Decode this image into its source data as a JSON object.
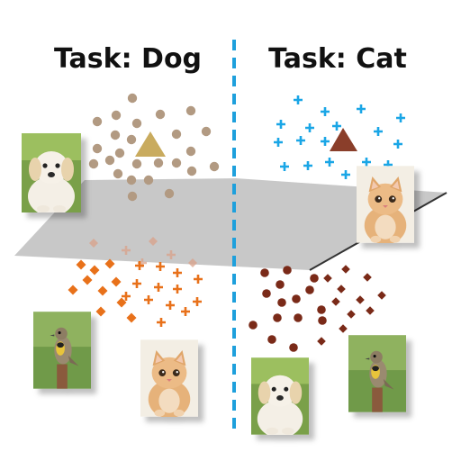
{
  "titles": {
    "left": "Task: Dog",
    "right": "Task: Cat"
  },
  "colors": {
    "divider": "#1ea0dc",
    "plane": "#c8c8c8",
    "plane_edge": "#333333",
    "dog_cluster": "#b29a82",
    "dog_prototype": "#c9ab5e",
    "cat_cluster": "#1aa6e6",
    "cat_prototype": "#8a3e2a",
    "negative_orange": "#e8711a",
    "negative_brown": "#7a2a18",
    "below_plane_faded": "#d9a28a"
  },
  "photos": [
    {
      "subject": "dog",
      "icon": "puppy-photo"
    },
    {
      "subject": "cat",
      "icon": "kitten-photo"
    },
    {
      "subject": "bird",
      "icon": "bird-photo"
    },
    {
      "subject": "cat",
      "icon": "kitten-photo"
    },
    {
      "subject": "dog",
      "icon": "puppy-photo"
    },
    {
      "subject": "bird",
      "icon": "bird-photo"
    }
  ]
}
